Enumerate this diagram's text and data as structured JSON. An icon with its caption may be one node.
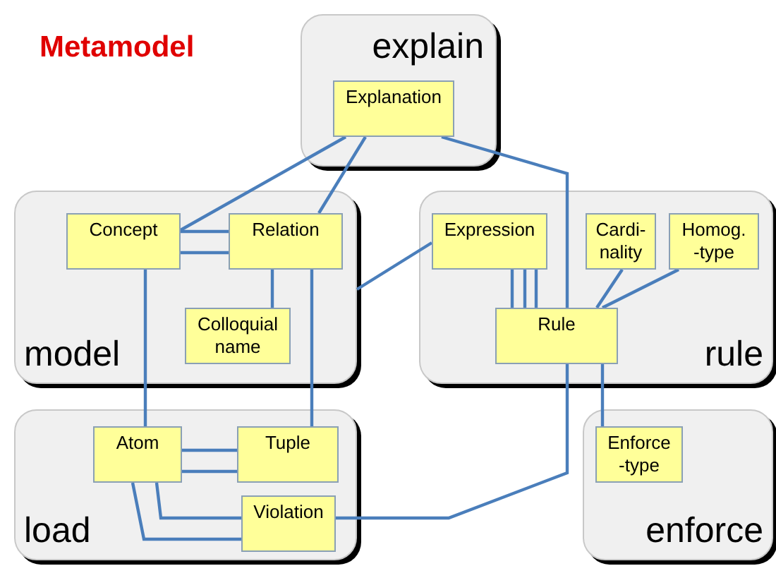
{
  "diagram": {
    "title": "Metamodel",
    "nodes": [
      {
        "text": [
          "explain"
        ]
      },
      {
        "text": [
          "Explanation"
        ],
        "in": 0
      },
      {
        "text": [
          "model"
        ]
      },
      {
        "text": [
          "Concept"
        ],
        "in": 2
      },
      {
        "text": [
          "Relation"
        ],
        "in": 2
      },
      {
        "text": [
          "Colloquial name"
        ],
        "in": 2
      },
      {
        "text": [
          "rule"
        ]
      },
      {
        "text": [
          "Expression"
        ],
        "in": 6
      },
      {
        "text": [
          "Cardi- nality"
        ],
        "in": 6
      },
      {
        "text": [
          "Homog. -type"
        ],
        "in": 6
      },
      {
        "text": [
          "Rule"
        ],
        "in": 6
      },
      {
        "text": [
          "load"
        ]
      },
      {
        "text": [
          "Atom"
        ],
        "in": 11
      },
      {
        "text": [
          "Tuple"
        ],
        "in": 11
      },
      {
        "text": [
          "Violation"
        ],
        "in": 11
      },
      {
        "text": [
          "enforce"
        ]
      },
      {
        "text": [
          "Enforce -type"
        ],
        "in": 15
      }
    ],
    "edges": [
      {
        "from": 1,
        "to": 3,
        "arrow": "none"
      },
      {
        "from": 1,
        "to": 4,
        "arrow": "none"
      },
      {
        "from": 1,
        "to": 10,
        "arrow": "none"
      },
      {
        "from": 3,
        "to": 4,
        "arrow": "none"
      },
      {
        "from": 3,
        "to": 4,
        "arrow": "none"
      },
      {
        "from": 3,
        "to": 12,
        "arrow": "none"
      },
      {
        "from": 4,
        "to": 5,
        "arrow": "none"
      },
      {
        "from": 4,
        "to": 13,
        "arrow": "none"
      },
      {
        "from": 2,
        "to": 7,
        "arrow": "none"
      },
      {
        "from": 7,
        "to": 10,
        "arrow": "none"
      },
      {
        "from": 7,
        "to": 10,
        "arrow": "none"
      },
      {
        "from": 7,
        "to": 10,
        "arrow": "none"
      },
      {
        "from": 8,
        "to": 10,
        "arrow": "none"
      },
      {
        "from": 9,
        "to": 10,
        "arrow": "none"
      },
      {
        "from": 10,
        "to": 14,
        "arrow": "none"
      },
      {
        "from": 10,
        "to": 16,
        "arrow": "none"
      },
      {
        "from": 12,
        "to": 13,
        "arrow": "none"
      },
      {
        "from": 12,
        "to": 13,
        "arrow": "none"
      },
      {
        "from": 12,
        "to": 14,
        "arrow": "none"
      },
      {
        "from": 12,
        "to": 14,
        "arrow": "none"
      }
    ]
  }
}
